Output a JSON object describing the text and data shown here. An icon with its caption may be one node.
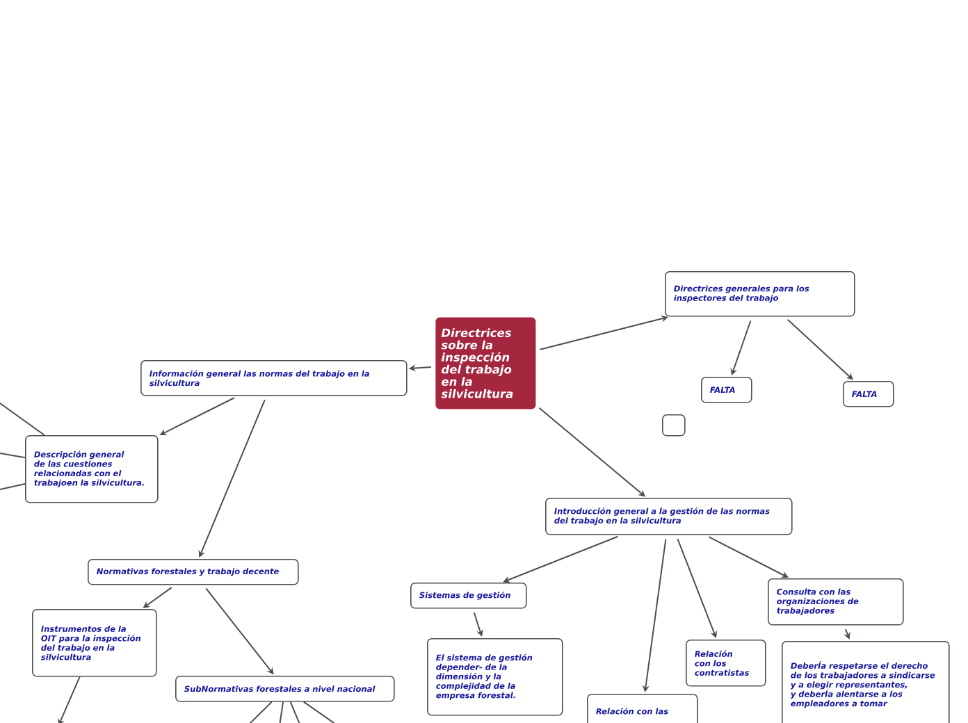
{
  "diagram": {
    "nodes": [
      {
        "text": [
          "Directrices sobre la inspección del trabajo en la silvicultura"
        ]
      },
      {
        "text": [
          "Directrices generales para los inspectores del trabajo"
        ]
      },
      {
        "text": [
          "FALTA"
        ]
      },
      {
        "text": [
          "FALTA"
        ]
      },
      {
        "text": [],
        "shape": "box"
      },
      {
        "text": [
          "Información general las normas del trabajo en la silvicultura"
        ]
      },
      {
        "text": [
          "Descripción general de las cuestiones relacionadas con el trabajoen la silvicultura."
        ]
      },
      {
        "text": [
          "Normativas forestales y trabajo decente"
        ]
      },
      {
        "text": [
          "Instrumentos de la OIT para la inspección del trabajo en la silvicultura"
        ]
      },
      {
        "text": [
          "SubNormativas forestales a nivel nacional"
        ]
      },
      {
        "text": [
          "Introducción general a la gestión de las normas del trabajo en la silvicultura"
        ]
      },
      {
        "text": [
          "Sistemas de gestión"
        ]
      },
      {
        "text": [
          "El sistema de gestión depender- de la dimensión y la complejidad de la empresa forestal."
        ]
      },
      {
        "text": [
          "Relación con los contratistas"
        ]
      },
      {
        "text": [
          "Consulta con las organizaciones de trabajadores"
        ]
      },
      {
        "text": [
          "DeberÍa respetarse el derecho de los trabajadores a sindicarse y a elegir representantes, y deberÍa alentarse a los empleadores a tomar"
        ]
      },
      {
        "text": [
          "Relación con las"
        ]
      }
    ],
    "edges": [
      {
        "from": 0,
        "to": 1,
        "arrow": "to"
      },
      {
        "from": 0,
        "to": 5,
        "arrow": "to"
      },
      {
        "from": 0,
        "to": 10,
        "arrow": "to"
      },
      {
        "from": 1,
        "to": 2,
        "arrow": "to"
      },
      {
        "from": 1,
        "to": 3,
        "arrow": "to"
      },
      {
        "from": 5,
        "to": 6,
        "arrow": "to"
      },
      {
        "from": 5,
        "to": 7,
        "arrow": "to"
      },
      {
        "from": 7,
        "to": 8,
        "arrow": "to"
      },
      {
        "from": 7,
        "to": 9,
        "arrow": "to"
      },
      {
        "from": 10,
        "to": 11,
        "arrow": "to"
      },
      {
        "from": 10,
        "to": 16,
        "arrow": "to"
      },
      {
        "from": 10,
        "to": 13,
        "arrow": "to"
      },
      {
        "from": 10,
        "to": 14,
        "arrow": "to"
      },
      {
        "from": 11,
        "to": 12,
        "arrow": "to"
      },
      {
        "from": 14,
        "to": 15,
        "arrow": "to"
      },
      {
        "from": 6,
        "to": null,
        "arrow": "none"
      },
      {
        "from": 6,
        "to": null,
        "arrow": "none"
      },
      {
        "from": 6,
        "to": null,
        "arrow": "none"
      },
      {
        "from": 8,
        "to": null,
        "arrow": "to"
      },
      {
        "from": 9,
        "to": null,
        "arrow": "none"
      },
      {
        "from": 9,
        "to": null,
        "arrow": "none"
      },
      {
        "from": 9,
        "to": null,
        "arrow": "none"
      },
      {
        "from": 9,
        "to": null,
        "arrow": "none"
      }
    ]
  }
}
